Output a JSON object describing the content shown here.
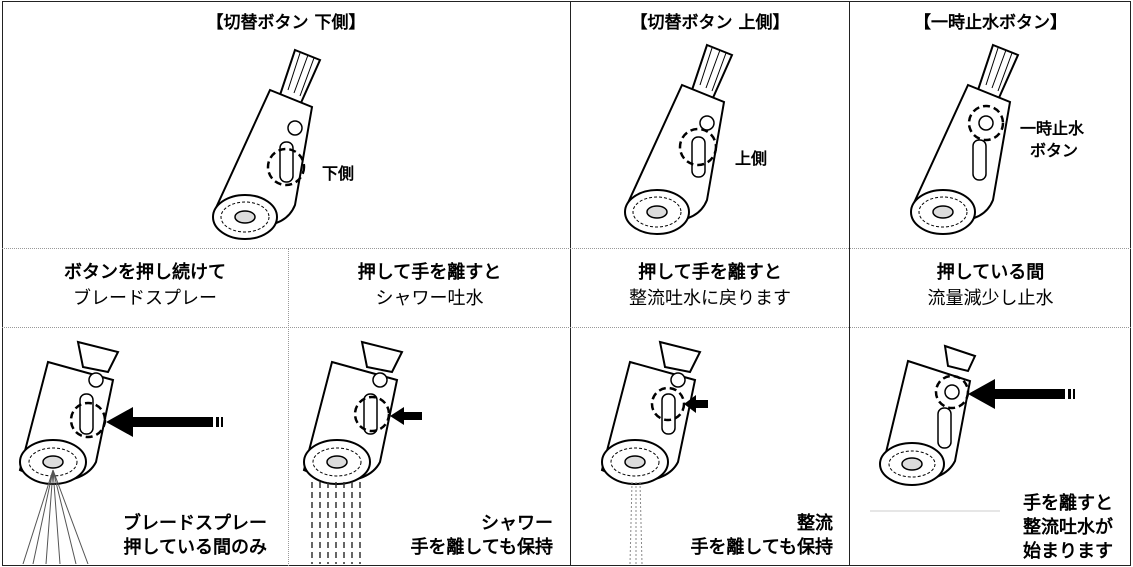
{
  "top": [
    {
      "title": "【切替ボタン 下側】",
      "label": "下側"
    },
    {
      "title": "【切替ボタン 上側】",
      "label": "上側"
    },
    {
      "title": "【一時止水ボタン】",
      "label_line1": "一時止水",
      "label_line2": "ボタン"
    }
  ],
  "middle": [
    {
      "line1": "ボタンを押し続けて",
      "line2": "ブレードスプレー"
    },
    {
      "line1": "押して手を離すと",
      "line2": "シャワー吐水"
    },
    {
      "line1": "押して手を離すと",
      "line2": "整流吐水に戻ります"
    },
    {
      "line1": "押している間",
      "line2": "流量減少し止水"
    }
  ],
  "bottom": [
    {
      "note_line1": "ブレードスプレー",
      "note_line2": "押している間のみ"
    },
    {
      "note_line1": "シャワー",
      "note_line2": "手を離しても保持"
    },
    {
      "note_line1": "整流",
      "note_line2": "手を離しても保持"
    },
    {
      "note_line1": "手を離すと",
      "note_line2": "整流吐水が",
      "note_line3": "始まります"
    }
  ]
}
